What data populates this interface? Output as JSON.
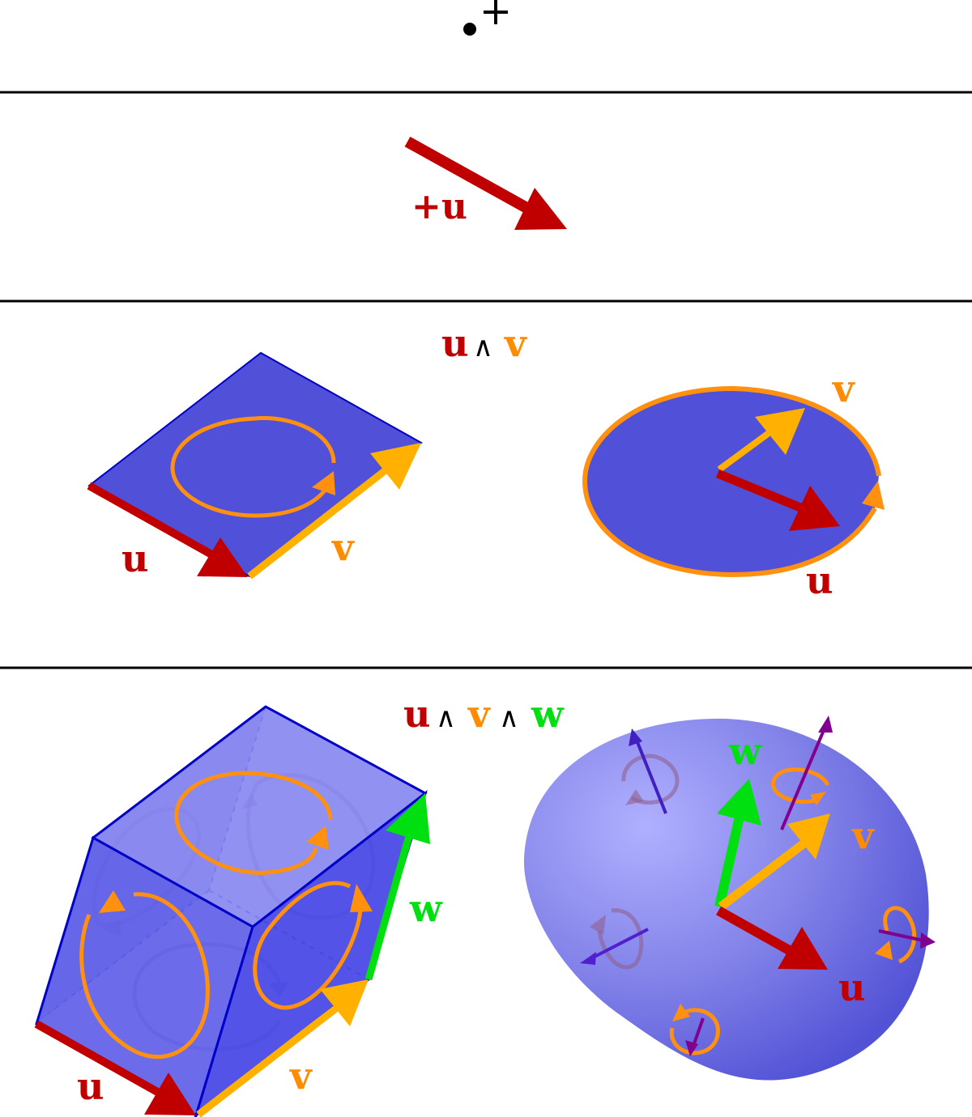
{
  "colors": {
    "u": "#c00000",
    "v": "#ffb000",
    "v_label": "#ff8c00",
    "w": "#00e010",
    "w_label": "#00e010",
    "plane_fill": "#5050d8",
    "plane_edge": "#0000c8",
    "circulation": "#ff9010",
    "orientation_arrow": "#800090",
    "divider": "#000000"
  },
  "sections": [
    {
      "id": "scalar",
      "grade": 0,
      "point_label": "•",
      "sign_label": "+"
    },
    {
      "id": "vector",
      "grade": 1,
      "label": "+u"
    },
    {
      "id": "bivector",
      "grade": 2,
      "title": {
        "u": "u",
        "wedge": "∧",
        "v": "v"
      },
      "parallelogram": {
        "u_label": "u",
        "v_label": "v"
      },
      "ellipse": {
        "u_label": "u",
        "v_label": "v"
      }
    },
    {
      "id": "trivector",
      "grade": 3,
      "title": {
        "u": "u",
        "wedge1": "∧",
        "v": "v",
        "wedge2": "∧",
        "w": "w"
      },
      "parallelepiped": {
        "u_label": "u",
        "v_label": "v",
        "w_label": "w"
      },
      "sphere": {
        "u_label": "u",
        "v_label": "v",
        "w_label": "w"
      }
    }
  ]
}
